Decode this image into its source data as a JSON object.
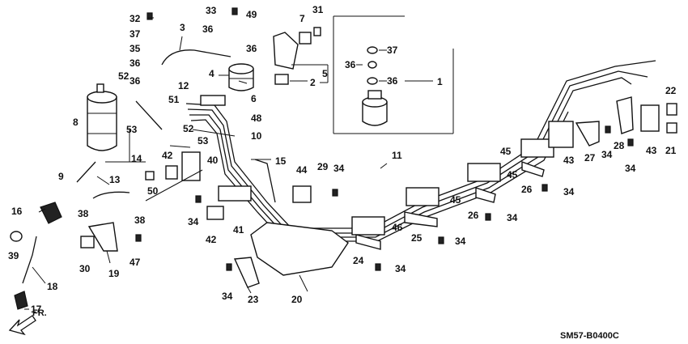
{
  "diagram": {
    "code": "SM57-B0400C",
    "direction_label": "FR.",
    "callouts": {
      "n1": "1",
      "n2": "2",
      "n3": "3",
      "n4": "4",
      "n5": "5",
      "n6": "6",
      "n7": "7",
      "n8": "8",
      "n9": "9",
      "n10": "10",
      "n11": "11",
      "n12": "12",
      "n13": "13",
      "n14": "14",
      "n15": "15",
      "n16": "16",
      "n17": "17",
      "n18": "18",
      "n19": "19",
      "n20": "20",
      "n21": "21",
      "n22": "22",
      "n23": "23",
      "n24": "24",
      "n25": "25",
      "n26": "26",
      "n27": "27",
      "n28": "28",
      "n29": "29",
      "n30": "30",
      "n31": "31",
      "n32": "32",
      "n33": "33",
      "n34": "34",
      "n35": "35",
      "n36": "36",
      "n37": "37",
      "n38": "38",
      "n39": "39",
      "n40": "40",
      "n41": "41",
      "n42": "42",
      "n43": "43",
      "n44": "44",
      "n45": "45",
      "n46": "46",
      "n47": "47",
      "n48": "48",
      "n49": "49",
      "n50": "50",
      "n51": "51",
      "n52": "52",
      "n53": "53"
    }
  }
}
